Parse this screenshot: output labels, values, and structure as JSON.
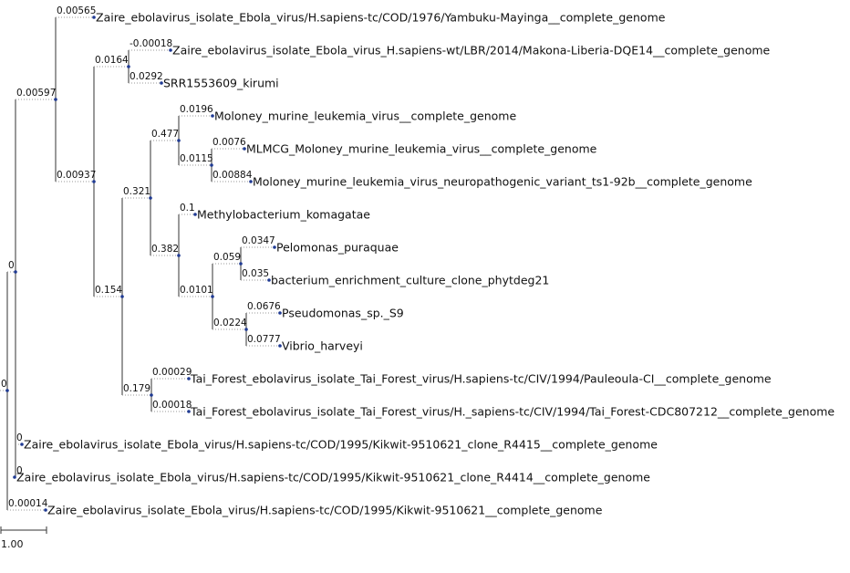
{
  "tree": {
    "scale_bar_label": "1.00",
    "dot_color": "#1f3a93",
    "leaves": [
      {
        "id": "L1",
        "label": "Zaire_ebolavirus_isolate_Ebola_virus/H.sapiens-tc/COD/1976/Yambuku-Mayinga__complete_genome",
        "branch": "0.00565"
      },
      {
        "id": "L2",
        "label": "Zaire_ebolavirus_isolate_Ebola_virus_H.sapiens-wt/LBR/2014/Makona-Liberia-DQE14__complete_genome",
        "branch": "-0.00018"
      },
      {
        "id": "L3",
        "label": "SRR1553609_kirumi",
        "branch": "0.0292"
      },
      {
        "id": "L4",
        "label": "Moloney_murine_leukemia_virus__complete_genome",
        "branch": "0.0196"
      },
      {
        "id": "L5",
        "label": "MLMCG_Moloney_murine_leukemia_virus__complete_genome",
        "branch": "0.0076"
      },
      {
        "id": "L6",
        "label": "Moloney_murine_leukemia_virus_neuropathogenic_variant_ts1-92b__complete_genome",
        "branch": "0.00884"
      },
      {
        "id": "L7",
        "label": "Methylobacterium_komagatae",
        "branch": "0.1"
      },
      {
        "id": "L8",
        "label": "Pelomonas_puraquae",
        "branch": "0.0347"
      },
      {
        "id": "L9",
        "label": "bacterium_enrichment_culture_clone_phytdeg21",
        "branch": "0.035"
      },
      {
        "id": "L10",
        "label": "Pseudomonas_sp._S9",
        "branch": "0.0676"
      },
      {
        "id": "L11",
        "label": "Vibrio_harveyi",
        "branch": "0.0777"
      },
      {
        "id": "L12",
        "label": "Tai_Forest_ebolavirus_isolate_Tai_Forest_virus/H.sapiens-tc/CIV/1994/Pauleoula-CI__complete_genome",
        "branch": "0.00029"
      },
      {
        "id": "L13",
        "label": "Tai_Forest_ebolavirus_isolate_Tai_Forest_virus/H._sapiens-tc/CIV/1994/Tai_Forest-CDC807212__complete_genome",
        "branch": "0.00018"
      },
      {
        "id": "L14",
        "label": "Zaire_ebolavirus_isolate_Ebola_virus/H.sapiens-tc/COD/1995/Kikwit-9510621_clone_R4415__complete_genome",
        "branch": "0"
      },
      {
        "id": "L15",
        "label": "Zaire_ebolavirus_isolate_Ebola_virus/H.sapiens-tc/COD/1995/Kikwit-9510621_clone_R4414__complete_genome",
        "branch": "0"
      },
      {
        "id": "L16",
        "label": "Zaire_ebolavirus_isolate_Ebola_virus/H.sapiens-tc/COD/1995/Kikwit-9510621__complete_genome",
        "branch": "0.00014"
      }
    ],
    "internal": [
      {
        "id": "N_root",
        "branch": "0",
        "children": [
          "N_a",
          "L16"
        ]
      },
      {
        "id": "N_a",
        "branch": "0",
        "children": [
          "N_b",
          "L14",
          "L15"
        ]
      },
      {
        "id": "N_b",
        "branch": "0.00597",
        "children": [
          "L1",
          "N_c"
        ]
      },
      {
        "id": "N_c",
        "branch": "0.00937",
        "children": [
          "N_d",
          "N_e"
        ]
      },
      {
        "id": "N_d",
        "branch": "0.0164",
        "children": [
          "L2",
          "L3"
        ]
      },
      {
        "id": "N_e",
        "branch": "0.154",
        "children": [
          "N_f",
          "N_p"
        ]
      },
      {
        "id": "N_f",
        "branch": "0.321",
        "children": [
          "N_g",
          "N_i"
        ]
      },
      {
        "id": "N_g",
        "branch": "0.477",
        "children": [
          "L4",
          "N_h"
        ]
      },
      {
        "id": "N_h",
        "branch": "0.0115",
        "children": [
          "L5",
          "L6"
        ]
      },
      {
        "id": "N_i",
        "branch": "0.382",
        "children": [
          "L7",
          "N_j"
        ]
      },
      {
        "id": "N_j",
        "branch": "0.0101",
        "children": [
          "N_k",
          "N_m"
        ]
      },
      {
        "id": "N_k",
        "branch": "0.059",
        "children": [
          "L8",
          "L9"
        ]
      },
      {
        "id": "N_m",
        "branch": "0.0224",
        "children": [
          "L10",
          "L11"
        ]
      },
      {
        "id": "N_p",
        "branch": "0.179",
        "children": [
          "L12",
          "L13"
        ]
      }
    ]
  }
}
